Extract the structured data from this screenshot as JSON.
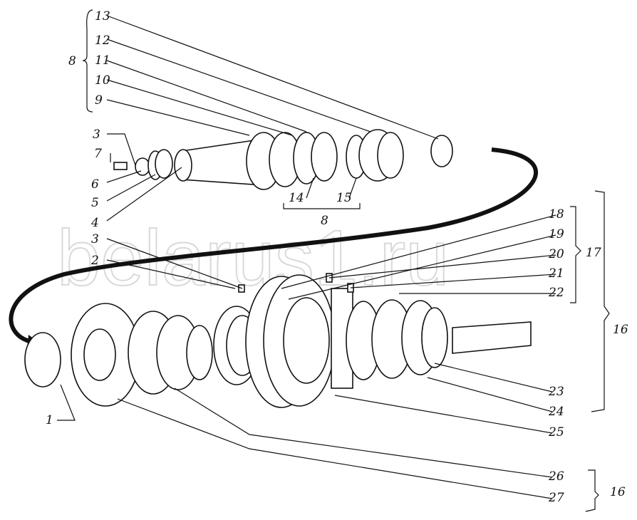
{
  "watermark": "belarus1.ru",
  "labels": {
    "l13": "13",
    "l12": "12",
    "l11": "11",
    "l10": "10",
    "l9": "9",
    "g8a": "8",
    "l3a": "3",
    "l7": "7",
    "l6": "6",
    "l5": "5",
    "l4": "4",
    "l14": "14",
    "l15": "15",
    "g8b": "8",
    "l18": "18",
    "l19": "19",
    "l20": "20",
    "l21": "21",
    "l22": "22",
    "g17": "17",
    "g16a": "16",
    "l3b": "3",
    "l2": "2",
    "l23": "23",
    "l24": "24",
    "l25": "25",
    "l1": "1",
    "l26": "26",
    "l27": "27",
    "g16b": "16"
  }
}
